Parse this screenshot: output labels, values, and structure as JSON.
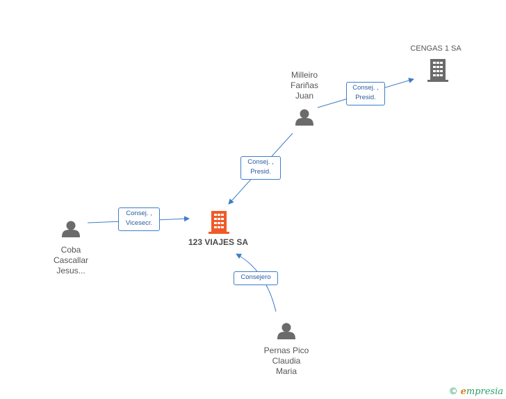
{
  "nodes": {
    "main_company": {
      "name": "123 VIAJES SA",
      "color": "#f05a28"
    },
    "cengas": {
      "name": "CENGAS 1 SA",
      "color": "#6b6b6b"
    },
    "milleiro": {
      "line1": "Milleiro",
      "line2": "Fariñas",
      "line3": "Juan"
    },
    "coba": {
      "line1": "Coba",
      "line2": "Cascallar",
      "line3": "Jesus..."
    },
    "pernas": {
      "line1": "Pernas Pico",
      "line2": "Claudia",
      "line3": "Maria"
    }
  },
  "relations": {
    "milleiro_cengas": {
      "line1": "Consej. ,",
      "line2": "Presid."
    },
    "milleiro_main": {
      "line1": "Consej. ,",
      "line2": "Presid."
    },
    "coba_main": {
      "line1": "Consej. ,",
      "line2": "Vicesecr."
    },
    "pernas_main": {
      "line1": "Consejero"
    }
  },
  "colors": {
    "edge": "#3d7dc9",
    "person": "#6b6b6b"
  },
  "footer": {
    "copyright": "©",
    "brand_initial": "e",
    "brand_rest": "mpresia"
  }
}
